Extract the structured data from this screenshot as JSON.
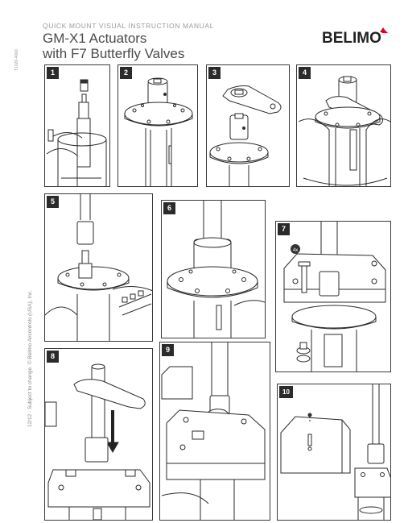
{
  "header": {
    "subtitle": "QUICK MOUNT VISUAL INSTRUCTION MANUAL",
    "title_line1": "GM-X1 Actuators",
    "title_line2": "with F7 Butterfly Valves",
    "doc_number": "T1026-4000",
    "brand": "BELIMO"
  },
  "footer": {
    "side_text": "12/12 - Subject to change. © Belimo Aircontrols (USA), Inc."
  },
  "steps": [
    {
      "number": "1"
    },
    {
      "number": "2"
    },
    {
      "number": "3"
    },
    {
      "number": "4"
    },
    {
      "number": "5"
    },
    {
      "number": "6"
    },
    {
      "number": "7",
      "callout": "4x"
    },
    {
      "number": "8"
    },
    {
      "number": "9"
    },
    {
      "number": "10"
    }
  ],
  "colors": {
    "step_badge": "#2b2b2b",
    "line": "#2a2a2a",
    "text_gray": "#9a9a9a"
  }
}
